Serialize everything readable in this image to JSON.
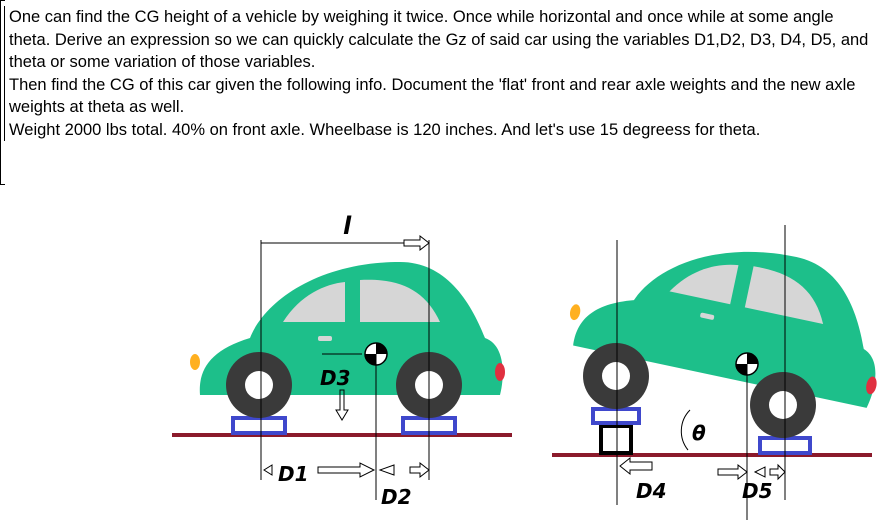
{
  "question": {
    "paragraph1": "One can find the CG height of a vehicle by weighing it twice. Once while horizontal and once while at some angle theta. Derive an expression so we can quickly calculate the Gz of said car using the variables D1,D2, D3, D4, D5, and theta or some variation of those variables.",
    "paragraph2": "Then find the CG of this car given the following info. Document the 'flat' front and rear axle weights and the new axle weights at theta as well.",
    "paragraph3": "Weight 2000 lbs total. 40% on front axle. Wheelbase is 120 inches. And let's use 15 degreess for theta."
  },
  "diagram": {
    "wheelbase_label": "l",
    "d1": "D1",
    "d2": "D2",
    "d3": "D3",
    "d4": "D4",
    "d5": "D5",
    "theta": "θ",
    "colors": {
      "body": "#1dbf8a",
      "window": "#d6d6d6",
      "tire": "#3a3a3a",
      "hub": "#ffffff",
      "scale": "#3f48cc",
      "ground": "#8b1a2b",
      "headlight": "#ffb020",
      "taillight": "#e03040"
    }
  }
}
